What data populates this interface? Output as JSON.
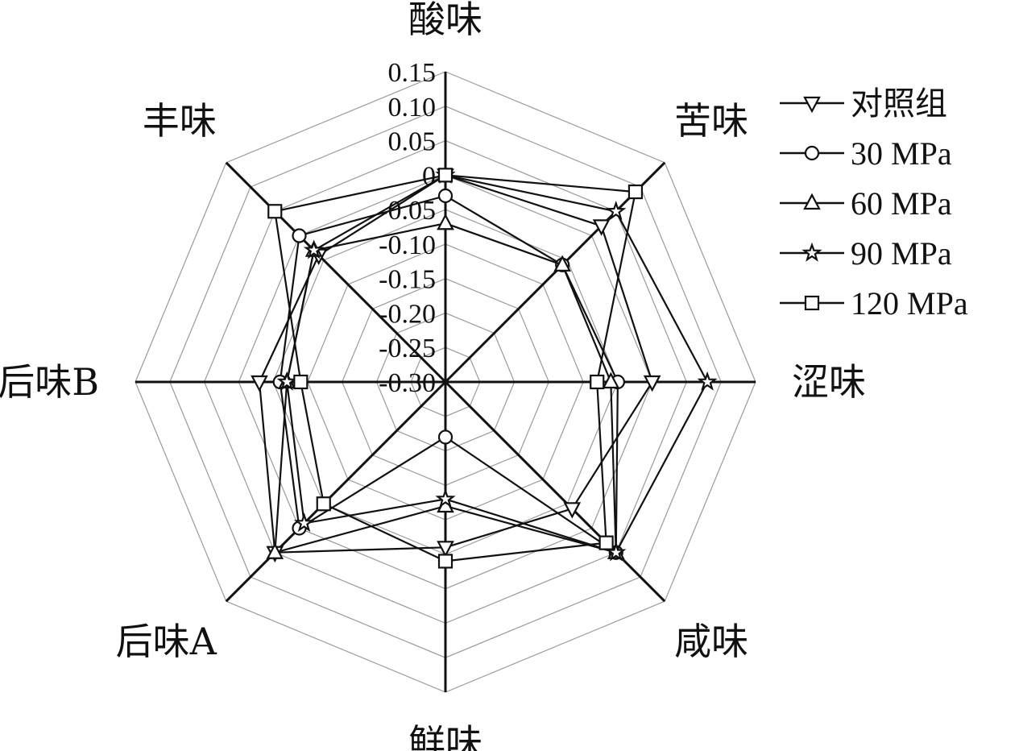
{
  "chart_data": {
    "type": "radar",
    "axes": [
      "酸味",
      "苦味",
      "涩味",
      "咸味",
      "鲜味",
      "后味A",
      "后味B",
      "丰味"
    ],
    "radial_ticks": [
      "0.15",
      "0.10",
      "0.05",
      "0",
      "-0.05",
      "-0.10",
      "-0.15",
      "-0.20",
      "-0.25",
      "-0.30"
    ],
    "rlim": [
      -0.3,
      0.15
    ],
    "grid": true,
    "legend_position": "top-right",
    "series": [
      {
        "name": "对照组",
        "marker": "triangle-down",
        "values": [
          0.0,
          0.02,
          0.0,
          -0.04,
          -0.06,
          0.05,
          -0.03,
          -0.04
        ]
      },
      {
        "name": "30 MPa",
        "marker": "circle",
        "values": [
          -0.03,
          -0.06,
          -0.05,
          0.05,
          -0.22,
          0.0,
          -0.06,
          0.0
        ]
      },
      {
        "name": "60 MPa",
        "marker": "triangle-up",
        "values": [
          -0.07,
          -0.06,
          -0.06,
          0.05,
          -0.12,
          0.05,
          -0.07,
          -0.03
        ]
      },
      {
        "name": "90 MPa",
        "marker": "star",
        "values": [
          0.0,
          0.05,
          0.08,
          0.05,
          -0.13,
          -0.01,
          -0.07,
          -0.03
        ]
      },
      {
        "name": "120 MPa",
        "marker": "square",
        "values": [
          0.0,
          0.09,
          -0.08,
          0.03,
          -0.04,
          -0.05,
          -0.09,
          0.05
        ]
      }
    ]
  }
}
